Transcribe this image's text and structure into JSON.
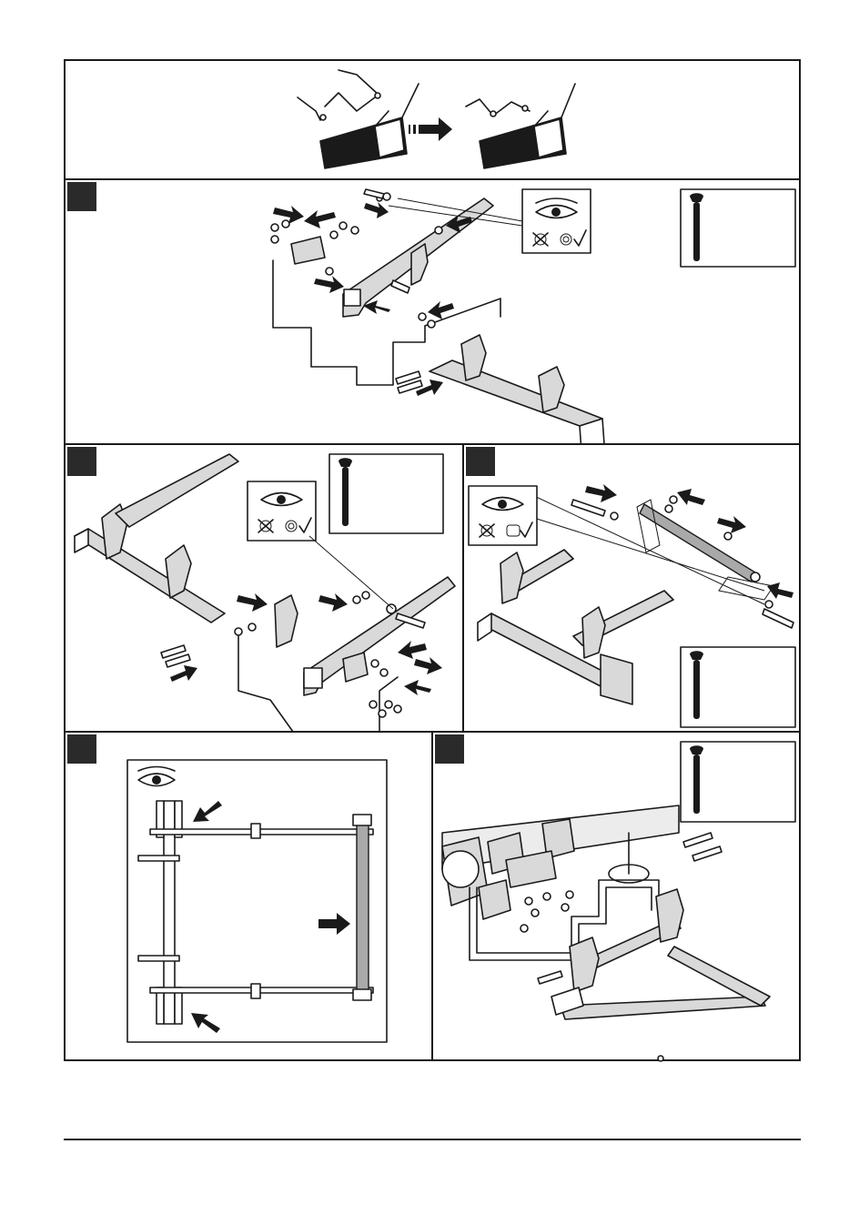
{
  "document": {
    "steps": [
      {
        "id": "1",
        "label": ""
      },
      {
        "id": "2",
        "label": ""
      },
      {
        "id": "3",
        "label": ""
      },
      {
        "id": "4",
        "label": ""
      },
      {
        "id": "5",
        "label": ""
      }
    ],
    "icons": {
      "wrench": "wrench-icon",
      "eye": "eye-icon",
      "arrow": "arrow-icon",
      "check": "check-icon",
      "cross": "cross-icon"
    },
    "colors": {
      "ink": "#1a1a1a",
      "part_fill": "#d9d9d9",
      "badge": "#2a2a2a"
    }
  }
}
